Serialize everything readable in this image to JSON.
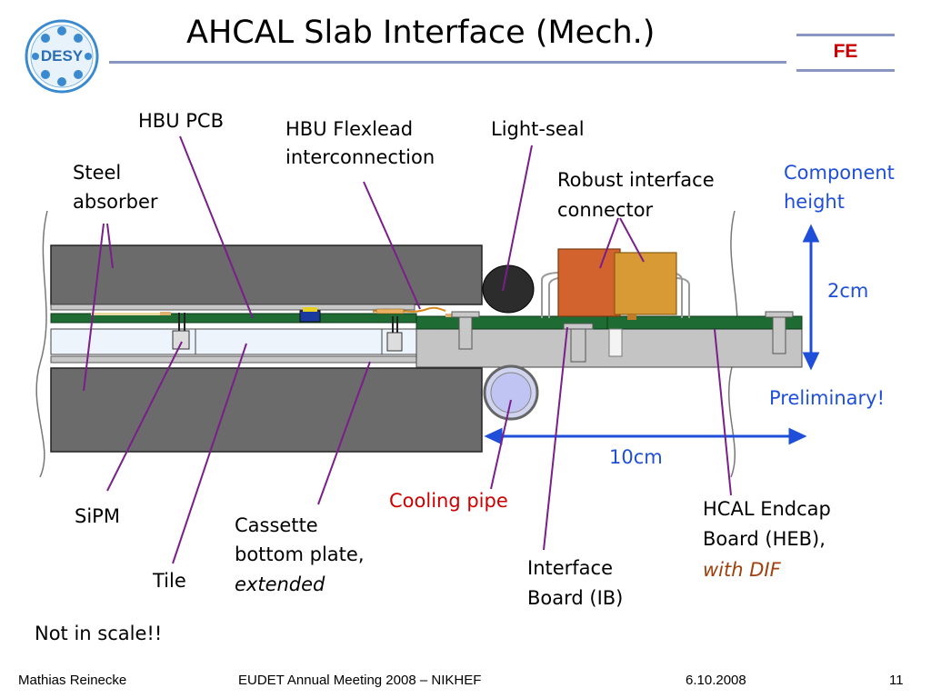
{
  "header": {
    "title": "AHCAL Slab Interface (Mech.)",
    "logo_text": "DESY",
    "badge": "FE"
  },
  "labels": {
    "hbu_pcb": "HBU PCB",
    "flexlead_1": "HBU Flexlead",
    "flexlead_2": "interconnection",
    "light_seal": "Light-seal",
    "steel_1": "Steel",
    "steel_2": "absorber",
    "robust_1": "Robust interface",
    "robust_2": "connector",
    "component_1": "Component",
    "component_2": "height",
    "height_value": "2cm",
    "preliminary": "Preliminary!",
    "length_value": "10cm",
    "cooling_pipe": "Cooling pipe",
    "sipm": "SiPM",
    "cassette_1": "Cassette",
    "cassette_2": "bottom plate,",
    "cassette_3": "extended",
    "tile": "Tile",
    "ib_1": "Interface",
    "ib_2": "Board (IB)",
    "heb_1": "HCAL Endcap",
    "heb_2": "Board (HEB),",
    "heb_3": "with DIF",
    "not_in_scale": "Not in scale!!"
  },
  "footer": {
    "author": "Mathias Reinecke",
    "event": "EUDET Annual Meeting 2008 – NIKHEF",
    "date": "6.10.2008",
    "page": "11"
  },
  "colors": {
    "accent_blue": "#1f4fd8",
    "accent_red": "#cc0000",
    "dif_brown": "#a0400c",
    "leader_purple": "#7a1f8a",
    "pcb_green": "#1e6b33",
    "steel_gray": "#6b6b6b",
    "connector_orange": "#d2622e",
    "connector_gold": "#d89a35"
  }
}
